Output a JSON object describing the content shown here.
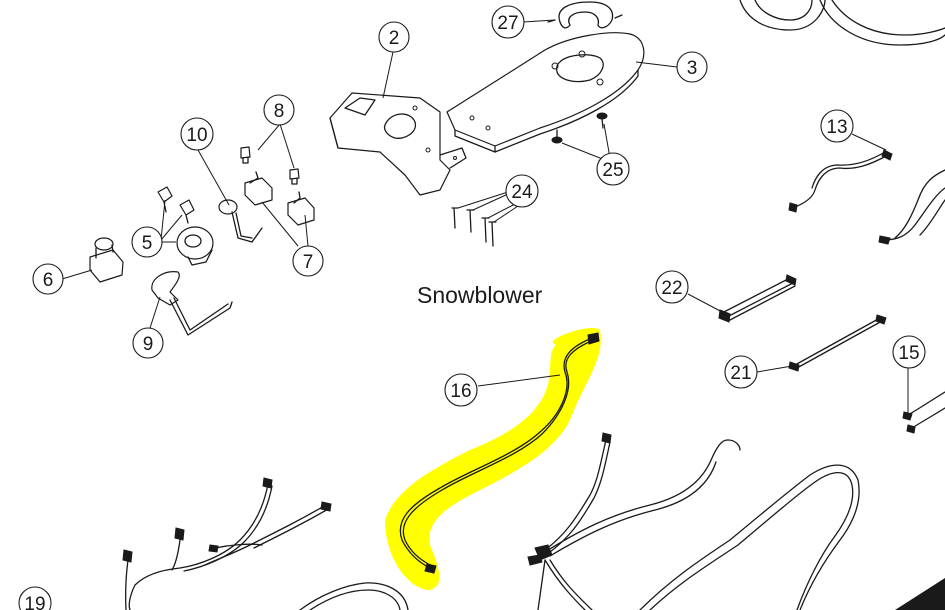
{
  "diagram": {
    "title": "Snowblower",
    "highlight_color": "#ffff00",
    "line_color": "#1a1a1a",
    "callouts": [
      {
        "id": "c2",
        "label": "2"
      },
      {
        "id": "c3",
        "label": "3"
      },
      {
        "id": "c5",
        "label": "5"
      },
      {
        "id": "c6",
        "label": "6"
      },
      {
        "id": "c7",
        "label": "7"
      },
      {
        "id": "c8",
        "label": "8"
      },
      {
        "id": "c9",
        "label": "9"
      },
      {
        "id": "c10",
        "label": "10"
      },
      {
        "id": "c13",
        "label": "13"
      },
      {
        "id": "c15",
        "label": "15"
      },
      {
        "id": "c16",
        "label": "16"
      },
      {
        "id": "c19",
        "label": "19"
      },
      {
        "id": "c21",
        "label": "21"
      },
      {
        "id": "c22",
        "label": "22"
      },
      {
        "id": "c24",
        "label": "24"
      },
      {
        "id": "c25",
        "label": "25"
      },
      {
        "id": "c27",
        "label": "27"
      }
    ]
  }
}
